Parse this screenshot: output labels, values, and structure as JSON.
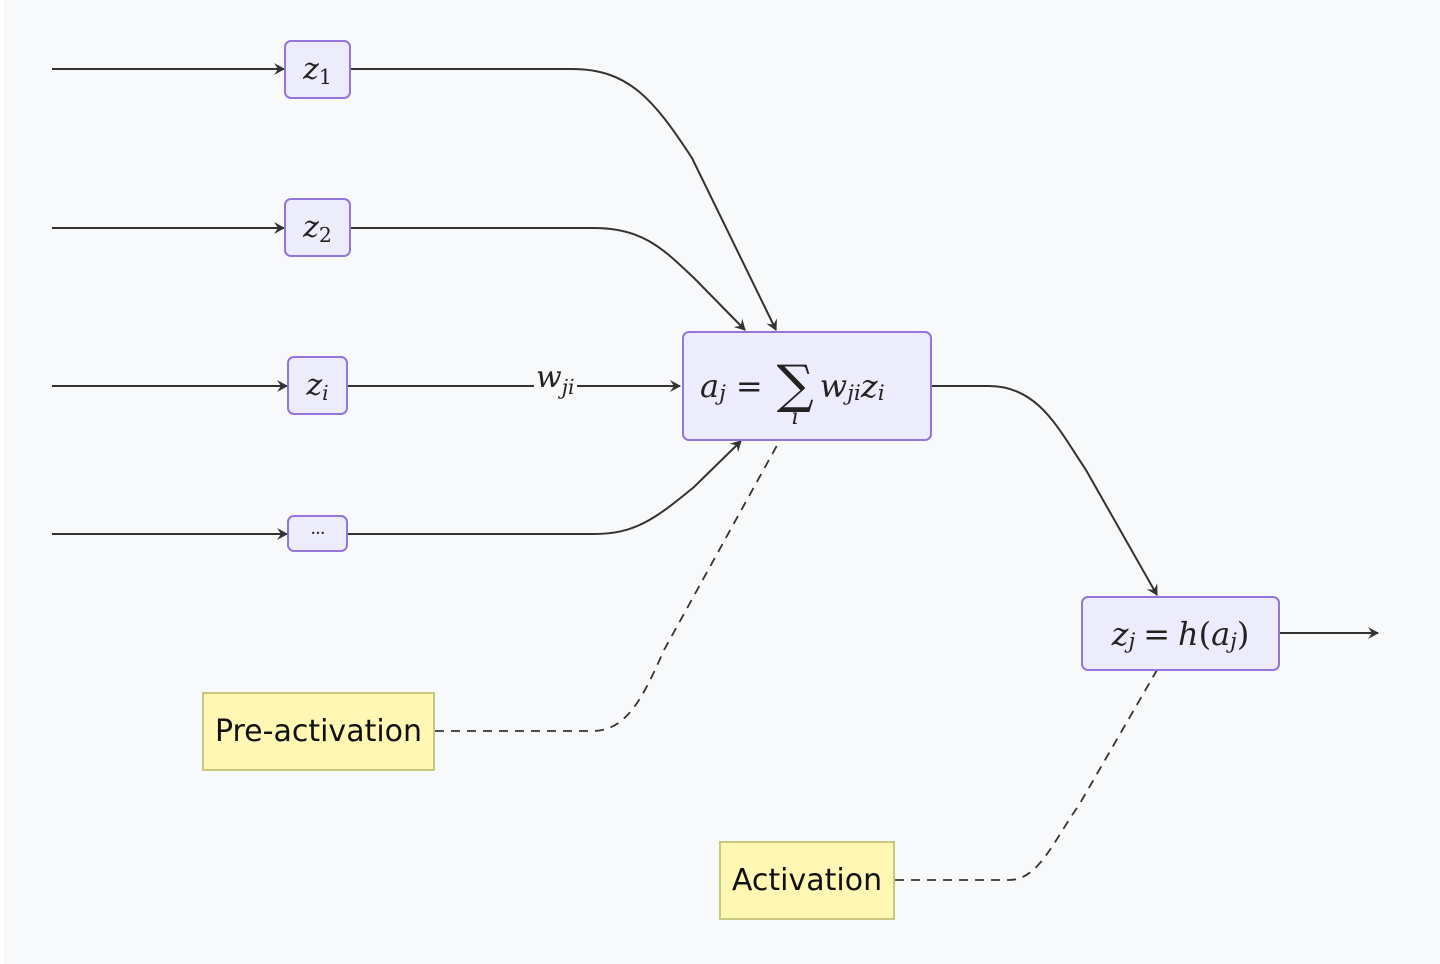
{
  "inputs": [
    {
      "id": "z1",
      "base": "z",
      "sub": "1"
    },
    {
      "id": "z2",
      "base": "z",
      "sub": "2"
    },
    {
      "id": "zi",
      "base": "z",
      "sub": "i"
    },
    {
      "id": "dots",
      "text": "···"
    }
  ],
  "weight_label": {
    "base": "w",
    "sub": "ji"
  },
  "preactivation_node": {
    "lhs": "a",
    "lhs_sub": "j",
    "eq": "=",
    "sum": "∑",
    "sum_index": "i",
    "w": "w",
    "w_sub": "ji",
    "z": "z",
    "z_sub": "i"
  },
  "activation_node": {
    "lhs": "z",
    "lhs_sub": "j",
    "eq": "=",
    "fn": "h",
    "open": "(",
    "arg": "a",
    "arg_sub": "j",
    "close": ")"
  },
  "notes": {
    "preactivation": "Pre-activation",
    "activation": "Activation"
  },
  "colors": {
    "node_fill": "#ececfd",
    "node_border": "#9475db",
    "note_fill": "#fff7b3",
    "note_border": "#c9c97e",
    "edge": "#333333",
    "background": "#f8f9fb"
  }
}
